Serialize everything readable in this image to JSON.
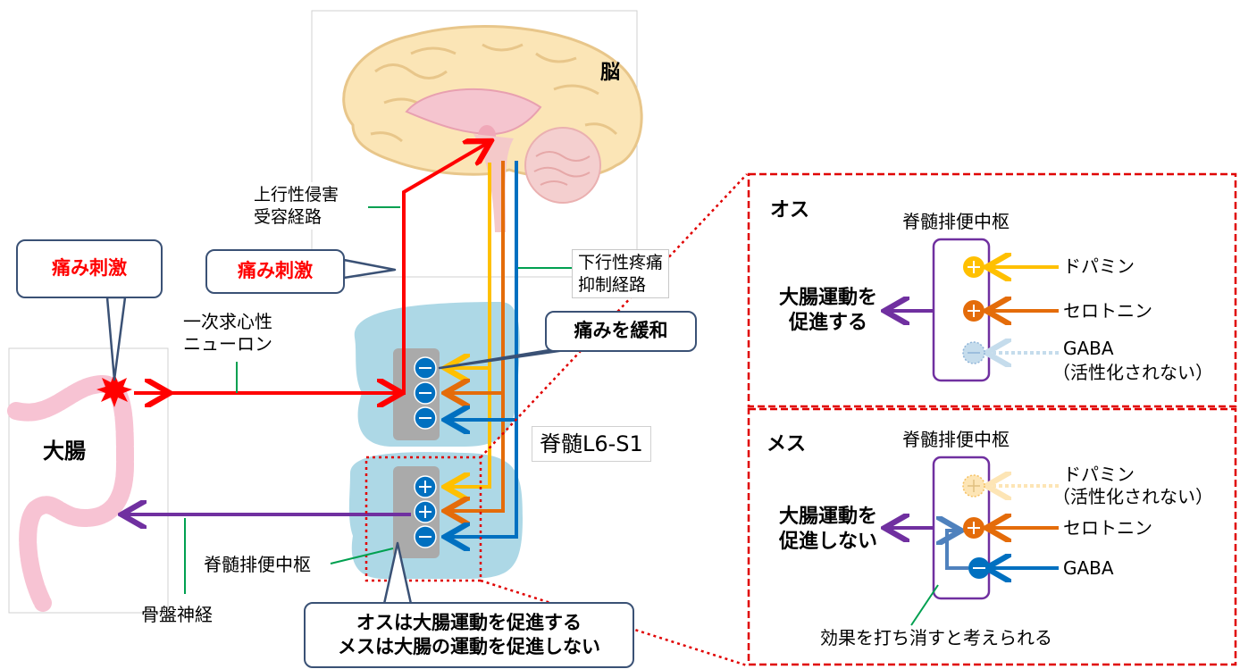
{
  "labels": {
    "brain": "脳",
    "ascending_pathway": [
      "上行性侵害",
      "受容経路"
    ],
    "descending_pathway": [
      "下行性疼痛",
      "抑制経路"
    ],
    "pain_stimulus_left": "痛み刺激",
    "pain_stimulus_center": "痛み刺激",
    "primary_afferent": [
      "一次求心性",
      "ニューロン"
    ],
    "large_intestine": "大腸",
    "relieve_pain": "痛みを緩和",
    "spinal_cord": "脊髄L6-S1",
    "spinal_defecation_center": "脊髄排便中枢",
    "pelvic_nerve": "骨盤神経",
    "summary": [
      "オスは大腸運動を促進する",
      "メスは大腸の運動を促進しない"
    ]
  },
  "male_panel": {
    "title": "オス",
    "center": "脊髄排便中枢",
    "output": [
      "大腸運動を",
      "促進する"
    ],
    "inputs": [
      "ドパミン",
      "セロトニン",
      "GABA"
    ],
    "gaba_note": "（活性化されない）"
  },
  "female_panel": {
    "title": "メス",
    "center": "脊髄排便中枢",
    "output": [
      "大腸運動を",
      "促進しない"
    ],
    "inputs": [
      "ドパミン",
      "セロトニン",
      "GABA"
    ],
    "dopamine_note": "（活性化されない）",
    "note": "効果を打ち消すと考えられる"
  },
  "colors": {
    "pain": "#ff0000",
    "dopamine": "#ffc000",
    "serotonin": "#e46c0a",
    "gaba": "#0070c0",
    "motor": "#7030a0",
    "spinal_cord": "#add8e6",
    "callout_border": "#3a5175",
    "panel_border": "#e00000"
  }
}
